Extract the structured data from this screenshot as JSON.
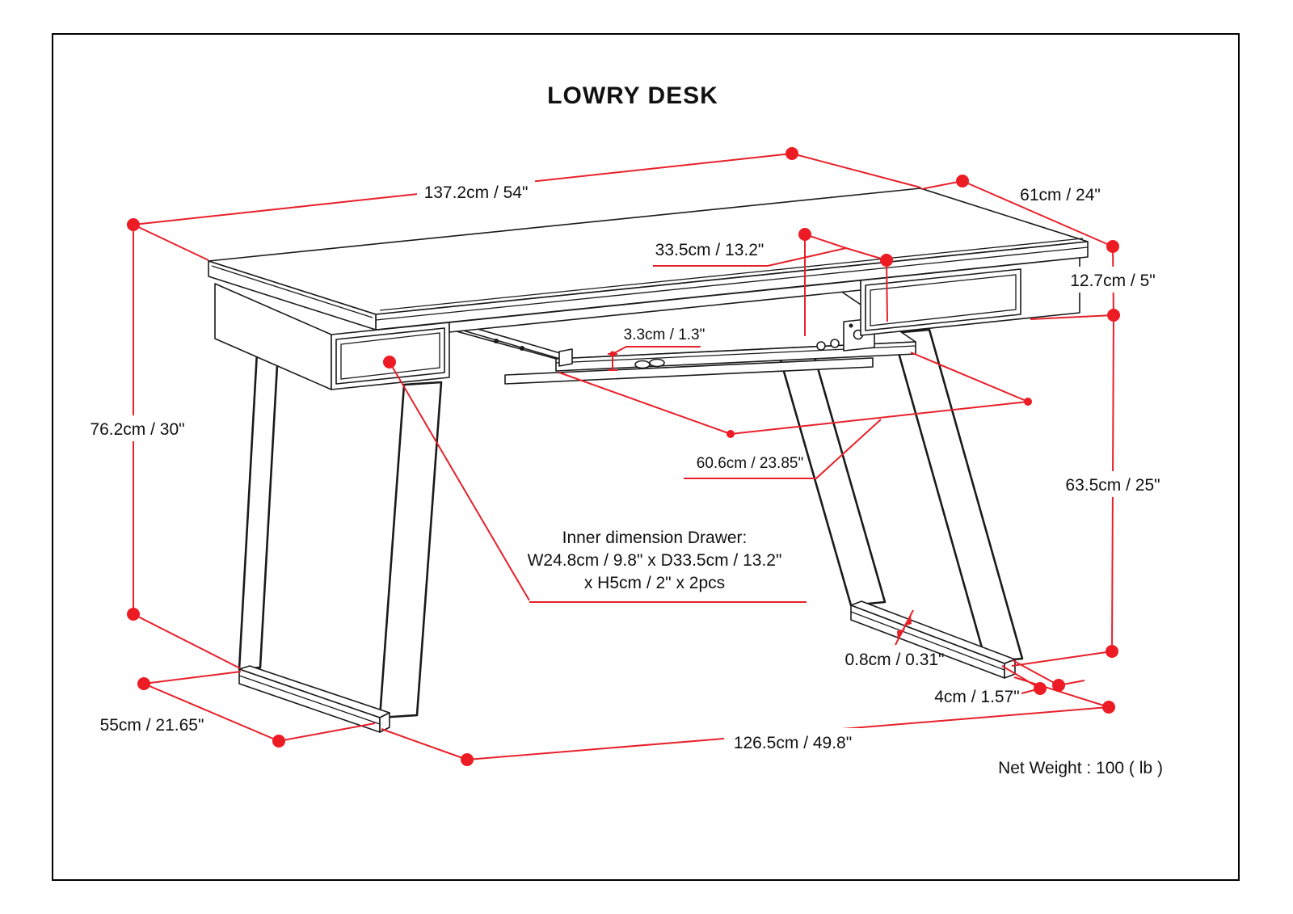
{
  "title": "LOWRY DESK",
  "footer": {
    "net_weight": "Net Weight : 100 ( lb )"
  },
  "colors": {
    "annotation_red": "#e8202a",
    "drawing_black": "#1a1a1a",
    "background": "#ffffff"
  },
  "dims": {
    "length": "137.2cm / 54\"",
    "depth": "61cm / 24\"",
    "top_to_tray": "12.7cm / 5\"",
    "tray_gap": "3.3cm / 1.3\"",
    "drawer_depth": "33.5cm / 13.2\"",
    "tray_width": "60.6cm / 23.85\"",
    "overall_height": "76.2cm / 30\"",
    "clearance_height": "63.5cm / 25\"",
    "foot_depth": "55cm / 21.65\"",
    "foot_span": "126.5cm / 49.8\"",
    "plate_thickness": "0.8cm / 0.31\"",
    "foot_width": "4cm / 1.57\"",
    "drawer_inner": {
      "line1": "Inner dimension Drawer:",
      "line2": "W24.8cm / 9.8\" x D33.5cm / 13.2\"",
      "line3": "x H5cm / 2\" x 2pcs"
    }
  }
}
